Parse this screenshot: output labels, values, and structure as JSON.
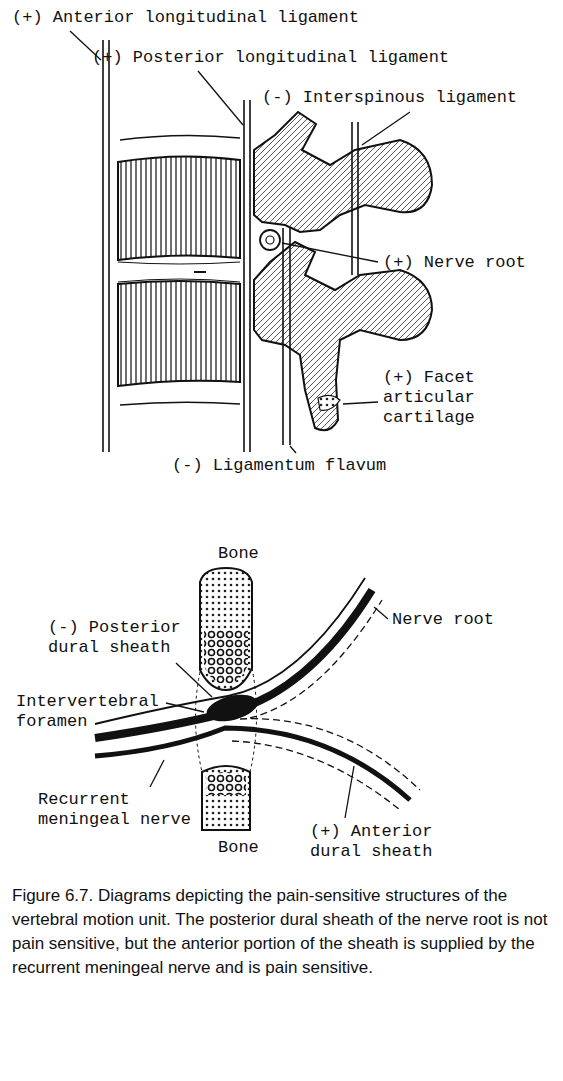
{
  "diagram": {
    "caption": "Figure 6.7. Diagrams depicting the pain-sensitive structures of the vertebral motion unit. The posterior dural sheath of the nerve root is not pain sensitive, but the anterior portion of the sheath is supplied by the recurrent meningeal nerve and is pain sensitive.",
    "labels": [
      "(+) Anterior longitudinal ligament",
      "(+) Posterior longitudinal ligament",
      "(-) Interspinous ligament",
      "(+) Nerve root",
      "(+) Facet articular cartilage",
      "(-) Ligamentum flavum",
      "Bone",
      "(-) Posterior dural sheath",
      "Nerve root",
      "Intervertebral foramen",
      "Recurrent meningeal nerve",
      "Bone",
      "(+) Anterior dural sheath"
    ]
  }
}
